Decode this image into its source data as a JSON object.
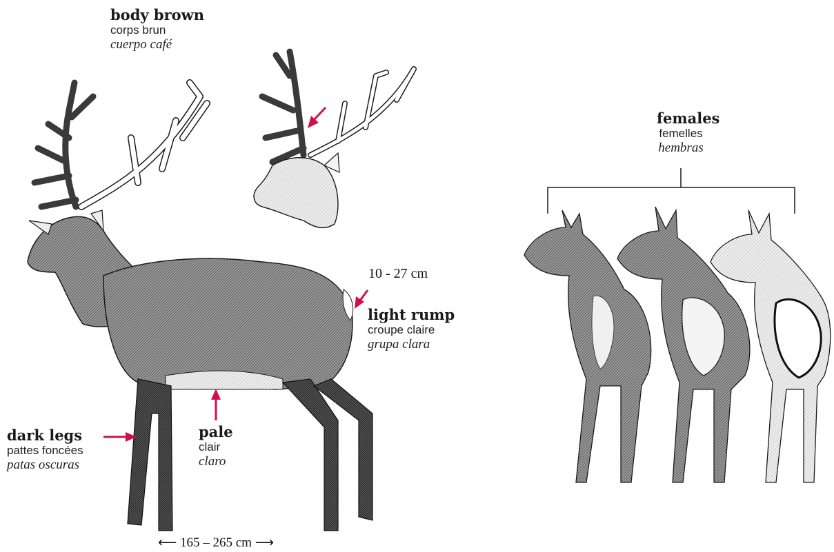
{
  "colors": {
    "arrow": "#d0104c",
    "ink": "#1a1a1a",
    "body": "#8a8a8a",
    "dark": "#3a3a3a",
    "light": "#e6e6e6"
  },
  "labels": {
    "body_brown": {
      "en": "body brown",
      "fr": "corps brun",
      "es": "cuerpo café"
    },
    "light_rump": {
      "en": "light rump",
      "fr": "croupe claire",
      "es": "grupa clara"
    },
    "dark_legs": {
      "en": "dark legs",
      "fr": "pattes foncées",
      "es": "patas oscuras"
    },
    "pale": {
      "en": "pale",
      "fr": "clair",
      "es": "claro"
    },
    "females": {
      "en": "females",
      "fr": "femelles",
      "es": "hembras"
    }
  },
  "measurements": {
    "tail": "10 - 27 cm",
    "length": "⟵ 165 – 265 cm ⟶"
  },
  "illustrations": [
    "stag-side-view",
    "stag-head",
    "female-rear-view",
    "female-rear-view",
    "female-rear-view"
  ]
}
